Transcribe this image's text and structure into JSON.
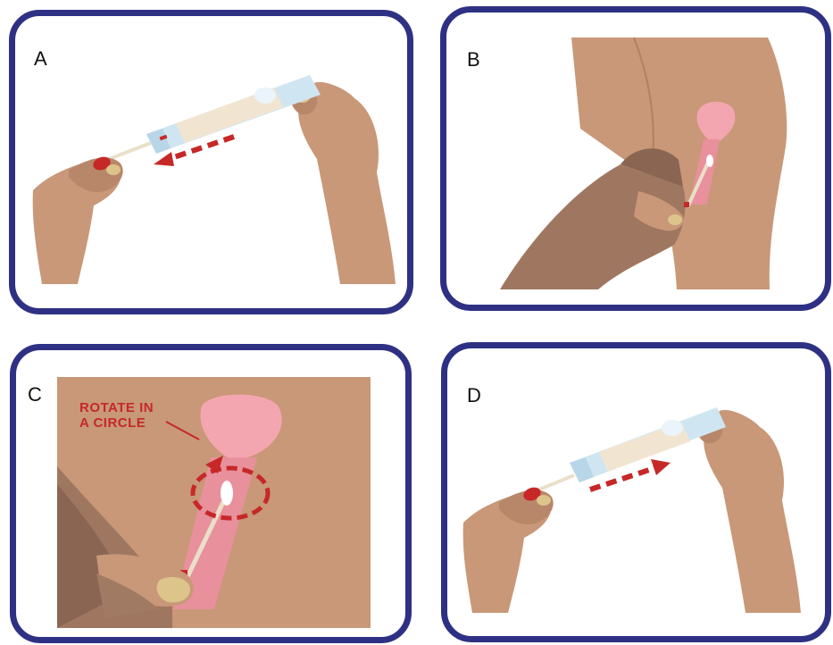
{
  "panels": {
    "a": {
      "label": "A"
    },
    "b": {
      "label": "B"
    },
    "c": {
      "label": "C",
      "annotation_line1": "ROTATE IN",
      "annotation_line2": "A CIRCLE"
    },
    "d": {
      "label": "D"
    }
  },
  "colors": {
    "border": "#2e3183",
    "skin": "#c89878",
    "skin_shadow": "#a07a63",
    "nail": "#dcc48a",
    "tube": "#cfe6f2",
    "cap_beige": "#f1e5d2",
    "swab_red": "#c62828",
    "pink": "#f4a6b0"
  }
}
